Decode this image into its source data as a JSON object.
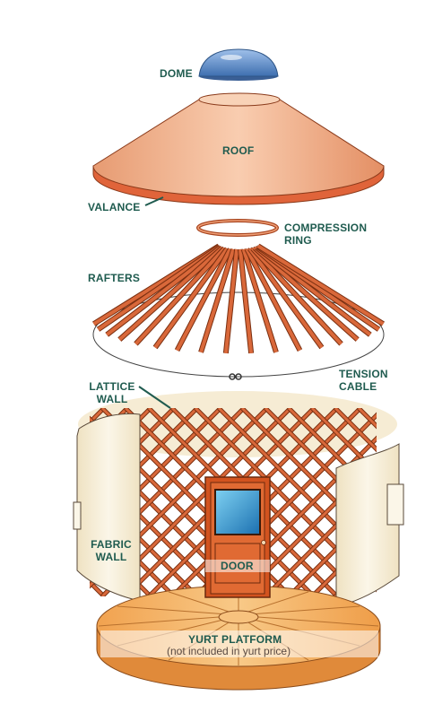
{
  "labels": {
    "dome": "DOME",
    "roof": "ROOF",
    "valance": "VALANCE",
    "compression_ring": [
      "COMPRESSION",
      "RING"
    ],
    "rafters": "RAFTERS",
    "tension_cable": [
      "TENSION",
      "CABLE"
    ],
    "lattice_wall": [
      "LATTICE",
      "WALL"
    ],
    "fabric_wall": [
      "FABRIC",
      "WALL"
    ],
    "door": "DOOR",
    "yurt_platform": "YURT PLATFORM",
    "platform_note": "(not included in yurt price)"
  },
  "colors": {
    "label_text": "#1f5b4f",
    "roof_fill": "#f2b491",
    "valance_fill": "#e0643a",
    "wood": "#d9683a",
    "fabric": "#f6efdc",
    "dome_blue": "#5a86c4",
    "platform": "#f4b46a"
  }
}
